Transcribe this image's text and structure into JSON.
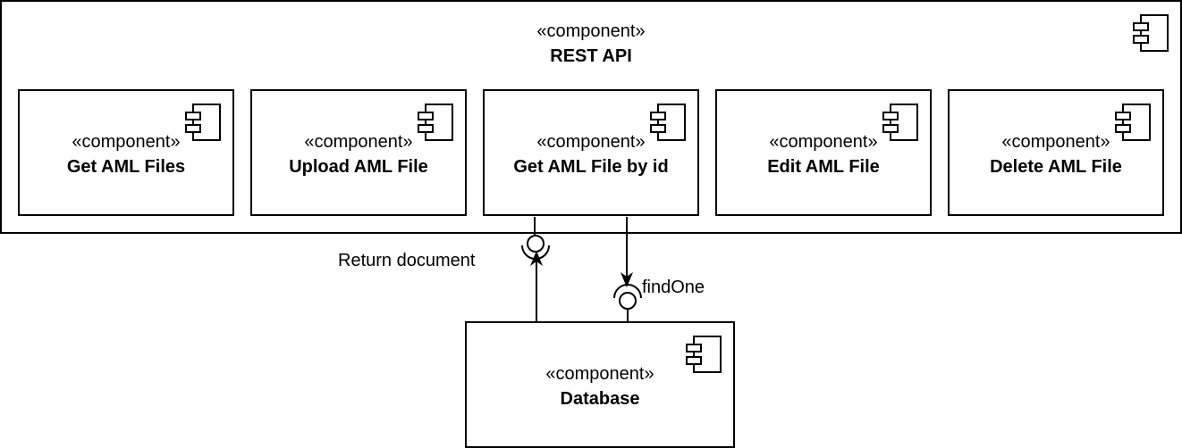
{
  "rest_api": {
    "stereotype": "«component»",
    "name": "REST API",
    "icon": "component-icon"
  },
  "endpoints": [
    {
      "stereotype": "«component»",
      "name": "Get AML Files"
    },
    {
      "stereotype": "«component»",
      "name": "Upload AML File"
    },
    {
      "stereotype": "«component»",
      "name": "Get AML File by id"
    },
    {
      "stereotype": "«component»",
      "name": "Edit AML File"
    },
    {
      "stereotype": "«component»",
      "name": "Delete AML File"
    }
  ],
  "database": {
    "stereotype": "«component»",
    "name": "Database",
    "icon": "component-icon"
  },
  "interfaces": {
    "return_label": "Return document",
    "find_label": "findOne"
  }
}
